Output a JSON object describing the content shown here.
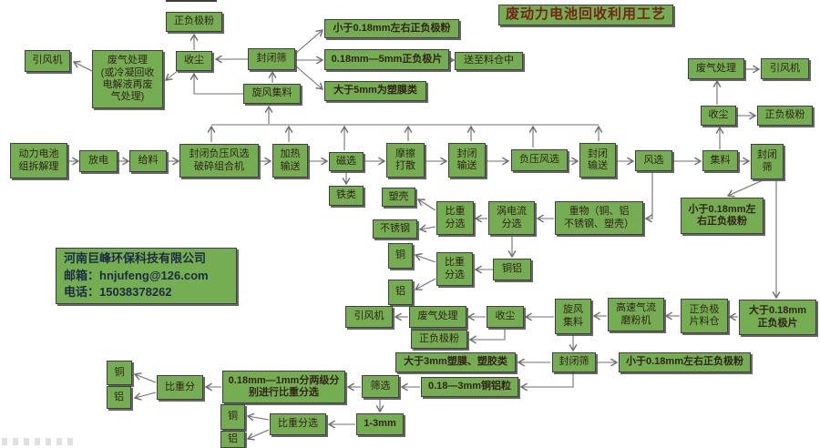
{
  "title": "废动力电池回收利用工艺",
  "company": {
    "lines": [
      "河南巨峰环保科技有限公司",
      "邮箱：hnjufeng@126.com",
      "电话：15038378262"
    ]
  },
  "nodes": {
    "fan_tl": "引风机",
    "wastegas_tl": "废气处理\n(或冷凝回收\n电解液再废\n气处理)",
    "dust_tl": "收尘",
    "powder_tl": "正负极粉",
    "sieve_tl": "封闭筛",
    "cyclone_tl": "旋风集料",
    "out_small": "小于0.18mm左右正负极粉",
    "out_mid": "0.18mm—5mm正负极片",
    "silo_top": "送至料仓中",
    "out_large": "大于5mm为塑膜类",
    "dismantle": "动力电池\n组拆解理",
    "discharge": "放电",
    "feed": "给料",
    "crusher": "封闭负压风选\n破碎组合机",
    "heat": "加热\n输送",
    "magnetic": "磁选",
    "iron": "铁类",
    "friction": "摩擦\n打散",
    "convey1": "封闭\n输送",
    "negpress": "负压风选",
    "convey2": "封闭\n输送",
    "windsel": "风选",
    "collect_r": "集料",
    "sieve_r": "封闭\n筛",
    "dust_r": "收尘",
    "powder_r": "正负极粉",
    "wastegas_r": "废气处理",
    "fan_r": "引风机",
    "plastic": "塑壳",
    "stainless": "不锈钢",
    "gravity1": "比重\n分选",
    "eddy": "涡电流\n分选",
    "heavy": "重物（铜、铝\n不锈钢、塑壳）",
    "fine_r": "小于0.18mm左\n右正负极粉",
    "cu1": "铜",
    "al1": "铝",
    "gravity2": "比重\n分选",
    "cual": "铜铝",
    "fan_b": "引风机",
    "wastegas_b": "废气处理",
    "dust_b": "收尘",
    "powder_b": "正负极粉",
    "cyclone_b": "旋风\n集料",
    "mill": "高速气流\n磨粉机",
    "silo_b": "正负极\n片料仓",
    "large_plate": "大于0.18mm\n正负极片",
    "film3": "大于3mm塑膜、塑胶类",
    "sieve_b": "封闭筛",
    "fine_b": "小于0.18mm左右正负极粉",
    "screen": "筛选",
    "cualp": "0.18—3mm铜铝粒",
    "mm13": "1-3mm",
    "twograde": "0.18mm—1mm分两级分\n别进行比重分选",
    "gravity3": "比重分",
    "cu2": "铜",
    "al2": "铝",
    "cu3": "铜",
    "al3": "铝",
    "gravity4": "比重分选"
  },
  "colors": {
    "box_fill": "#75ad52",
    "box_border": "#3f3f3f",
    "arrow": "#6f6f6f",
    "title_text": "#76231a",
    "company_text": "#1c2b45"
  }
}
